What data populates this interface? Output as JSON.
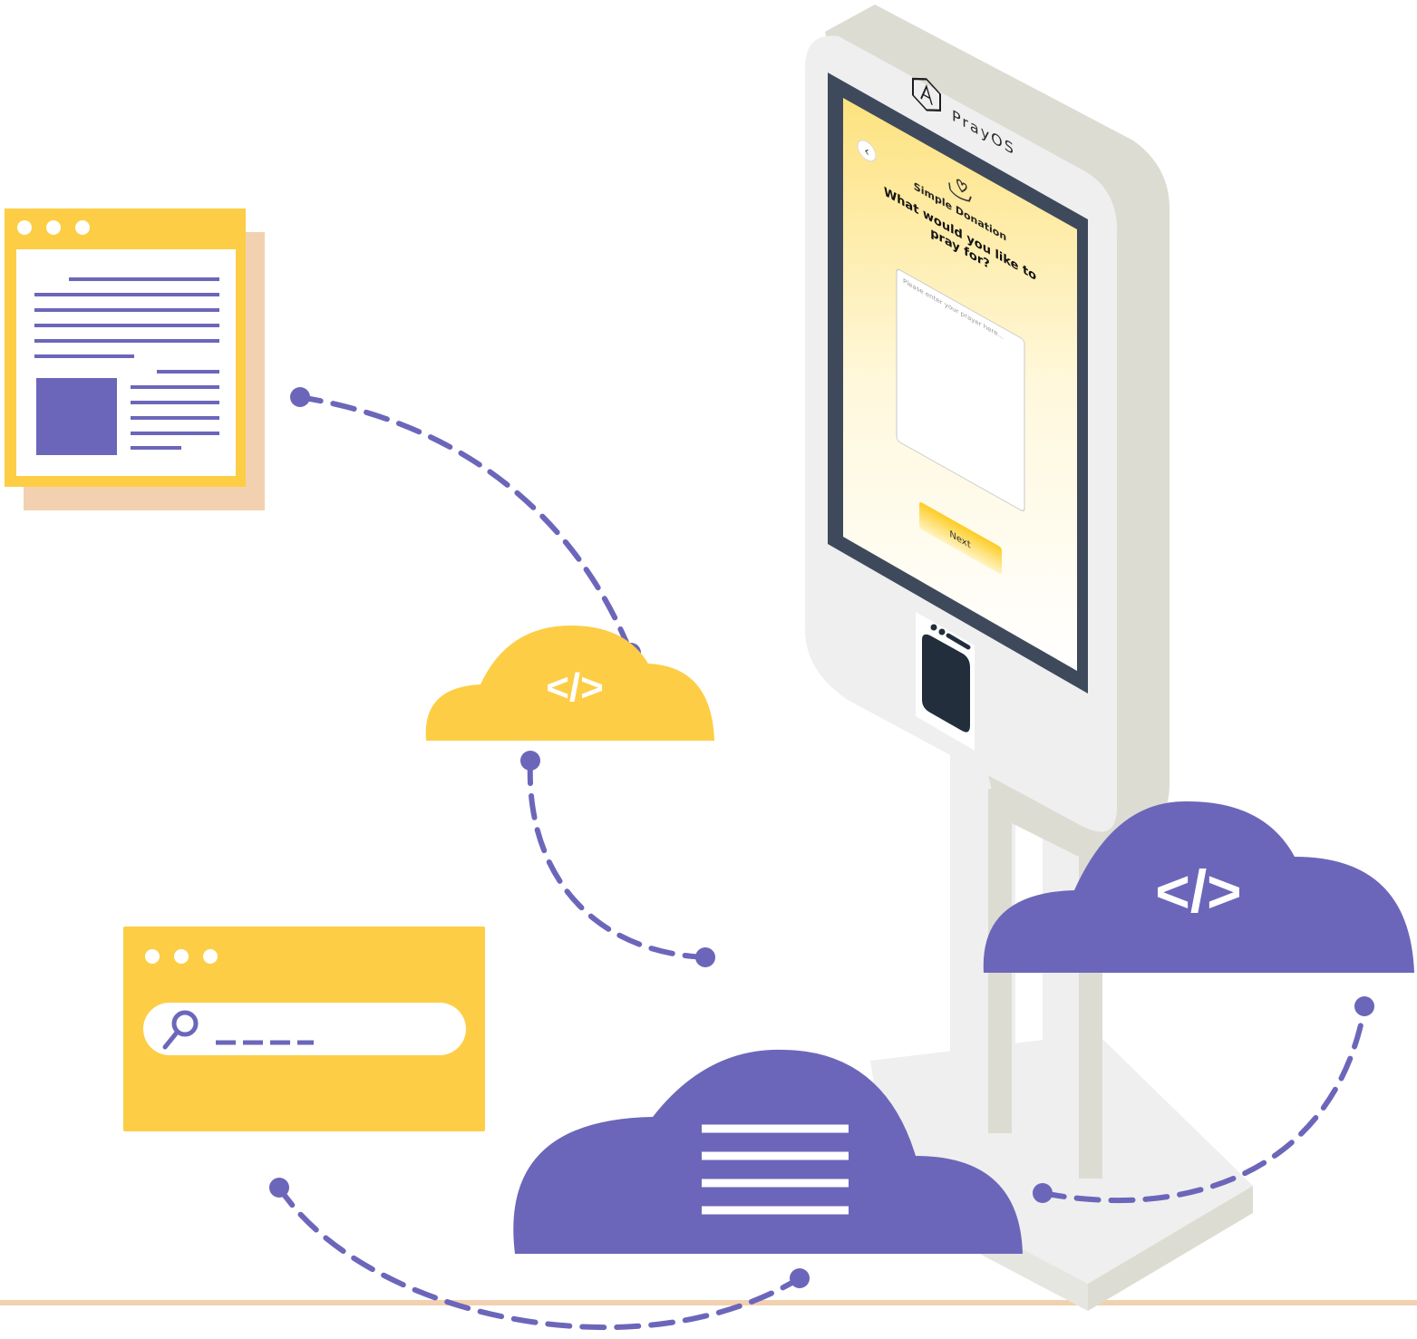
{
  "colors": {
    "yellow": "#fdcd45",
    "purple": "#6c66ba",
    "peach": "#f2d1b0",
    "kiosk_body": "#efefef",
    "kiosk_shadow": "#dcdcd3",
    "screen_bezel": "#3e4a5c",
    "card_reader": "#222e3b"
  },
  "icons": {
    "code": "</>",
    "search": "magnifier-icon",
    "prayer": "hands-heart-icon"
  },
  "kiosk": {
    "brand": "PrayOS",
    "back_glyph": "‹",
    "section_title": "Simple Donation",
    "question_line1": "What would you like to",
    "question_line2": "pray for?",
    "prayer_placeholder": "Please enter your prayer here...",
    "next_label": "Next"
  }
}
